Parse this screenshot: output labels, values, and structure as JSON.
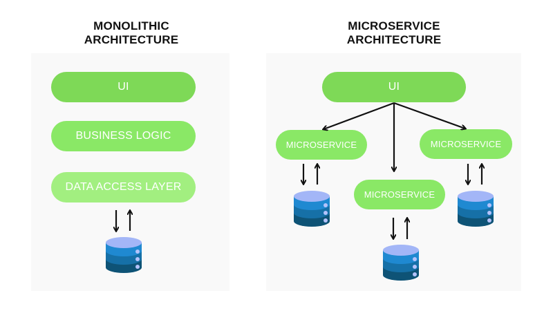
{
  "monolithic": {
    "title_line1": "MONOLITHIC",
    "title_line2": "ARCHITECTURE",
    "layers": [
      {
        "label": "UI",
        "color": "#7ed957"
      },
      {
        "label": "BUSINESS LOGIC",
        "color": "#8ae866"
      },
      {
        "label": "DATA ACCESS LAYER",
        "color": "#a2ef80"
      }
    ],
    "database_icon": "database-icon"
  },
  "microservice": {
    "title_line1": "MICROSERVICE",
    "title_line2": "ARCHITECTURE",
    "ui_label": "UI",
    "ui_color": "#7ed957",
    "services": [
      {
        "label": "MICROSERVICE"
      },
      {
        "label": "MICROSERVICE"
      },
      {
        "label": "MICROSERVICE"
      }
    ],
    "service_color": "#8ae866",
    "database_icon": "database-icon"
  },
  "colors": {
    "panel_bg": "#f9f9f9",
    "arrow": "#111111",
    "db_top": "#a3b6f7",
    "db_band1": "#1f89d1",
    "db_band2": "#1670a7",
    "db_band3": "#0e5376",
    "db_dot": "#b4c3fb"
  }
}
